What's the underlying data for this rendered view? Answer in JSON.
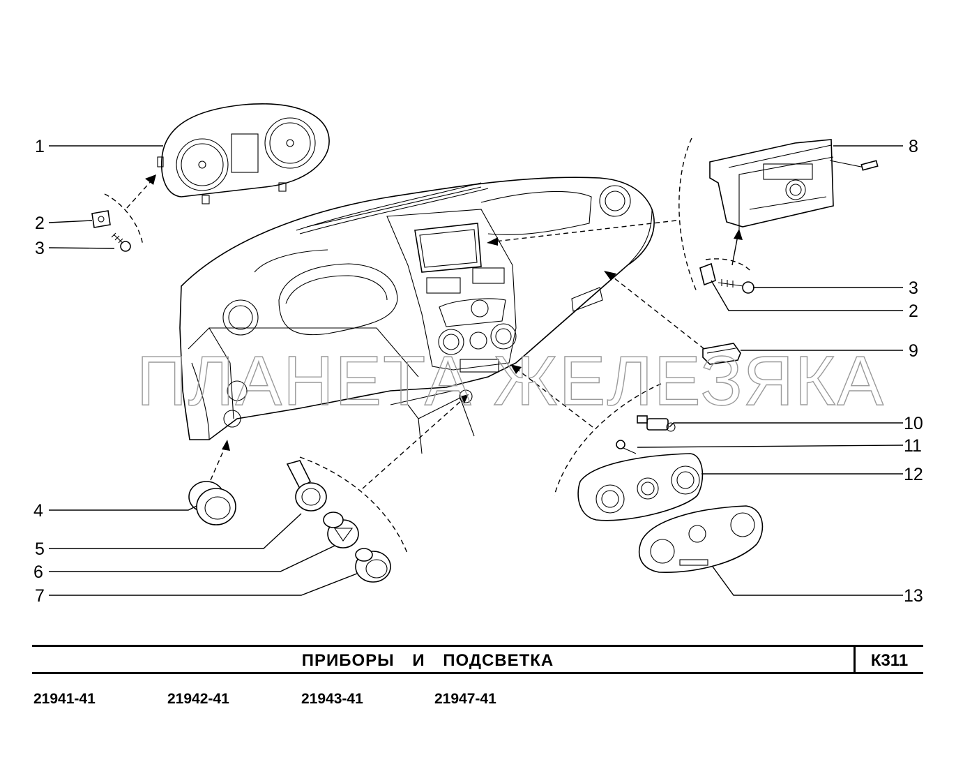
{
  "title": "ПРИБОРЫ И ПОДСВЕТКА",
  "code": "К311",
  "watermark": "ПЛАНЕТА ЖЕЛЕЗЯКА",
  "models": [
    "21941-41",
    "21942-41",
    "21943-41",
    "21947-41"
  ],
  "callouts": {
    "c1": "1",
    "c2l": "2",
    "c3l": "3",
    "c4": "4",
    "c5": "5",
    "c6": "6",
    "c7": "7",
    "c8": "8",
    "c3r": "3",
    "c2r": "2",
    "c9": "9",
    "c10": "10",
    "c11": "11",
    "c12": "12",
    "c13": "13"
  }
}
